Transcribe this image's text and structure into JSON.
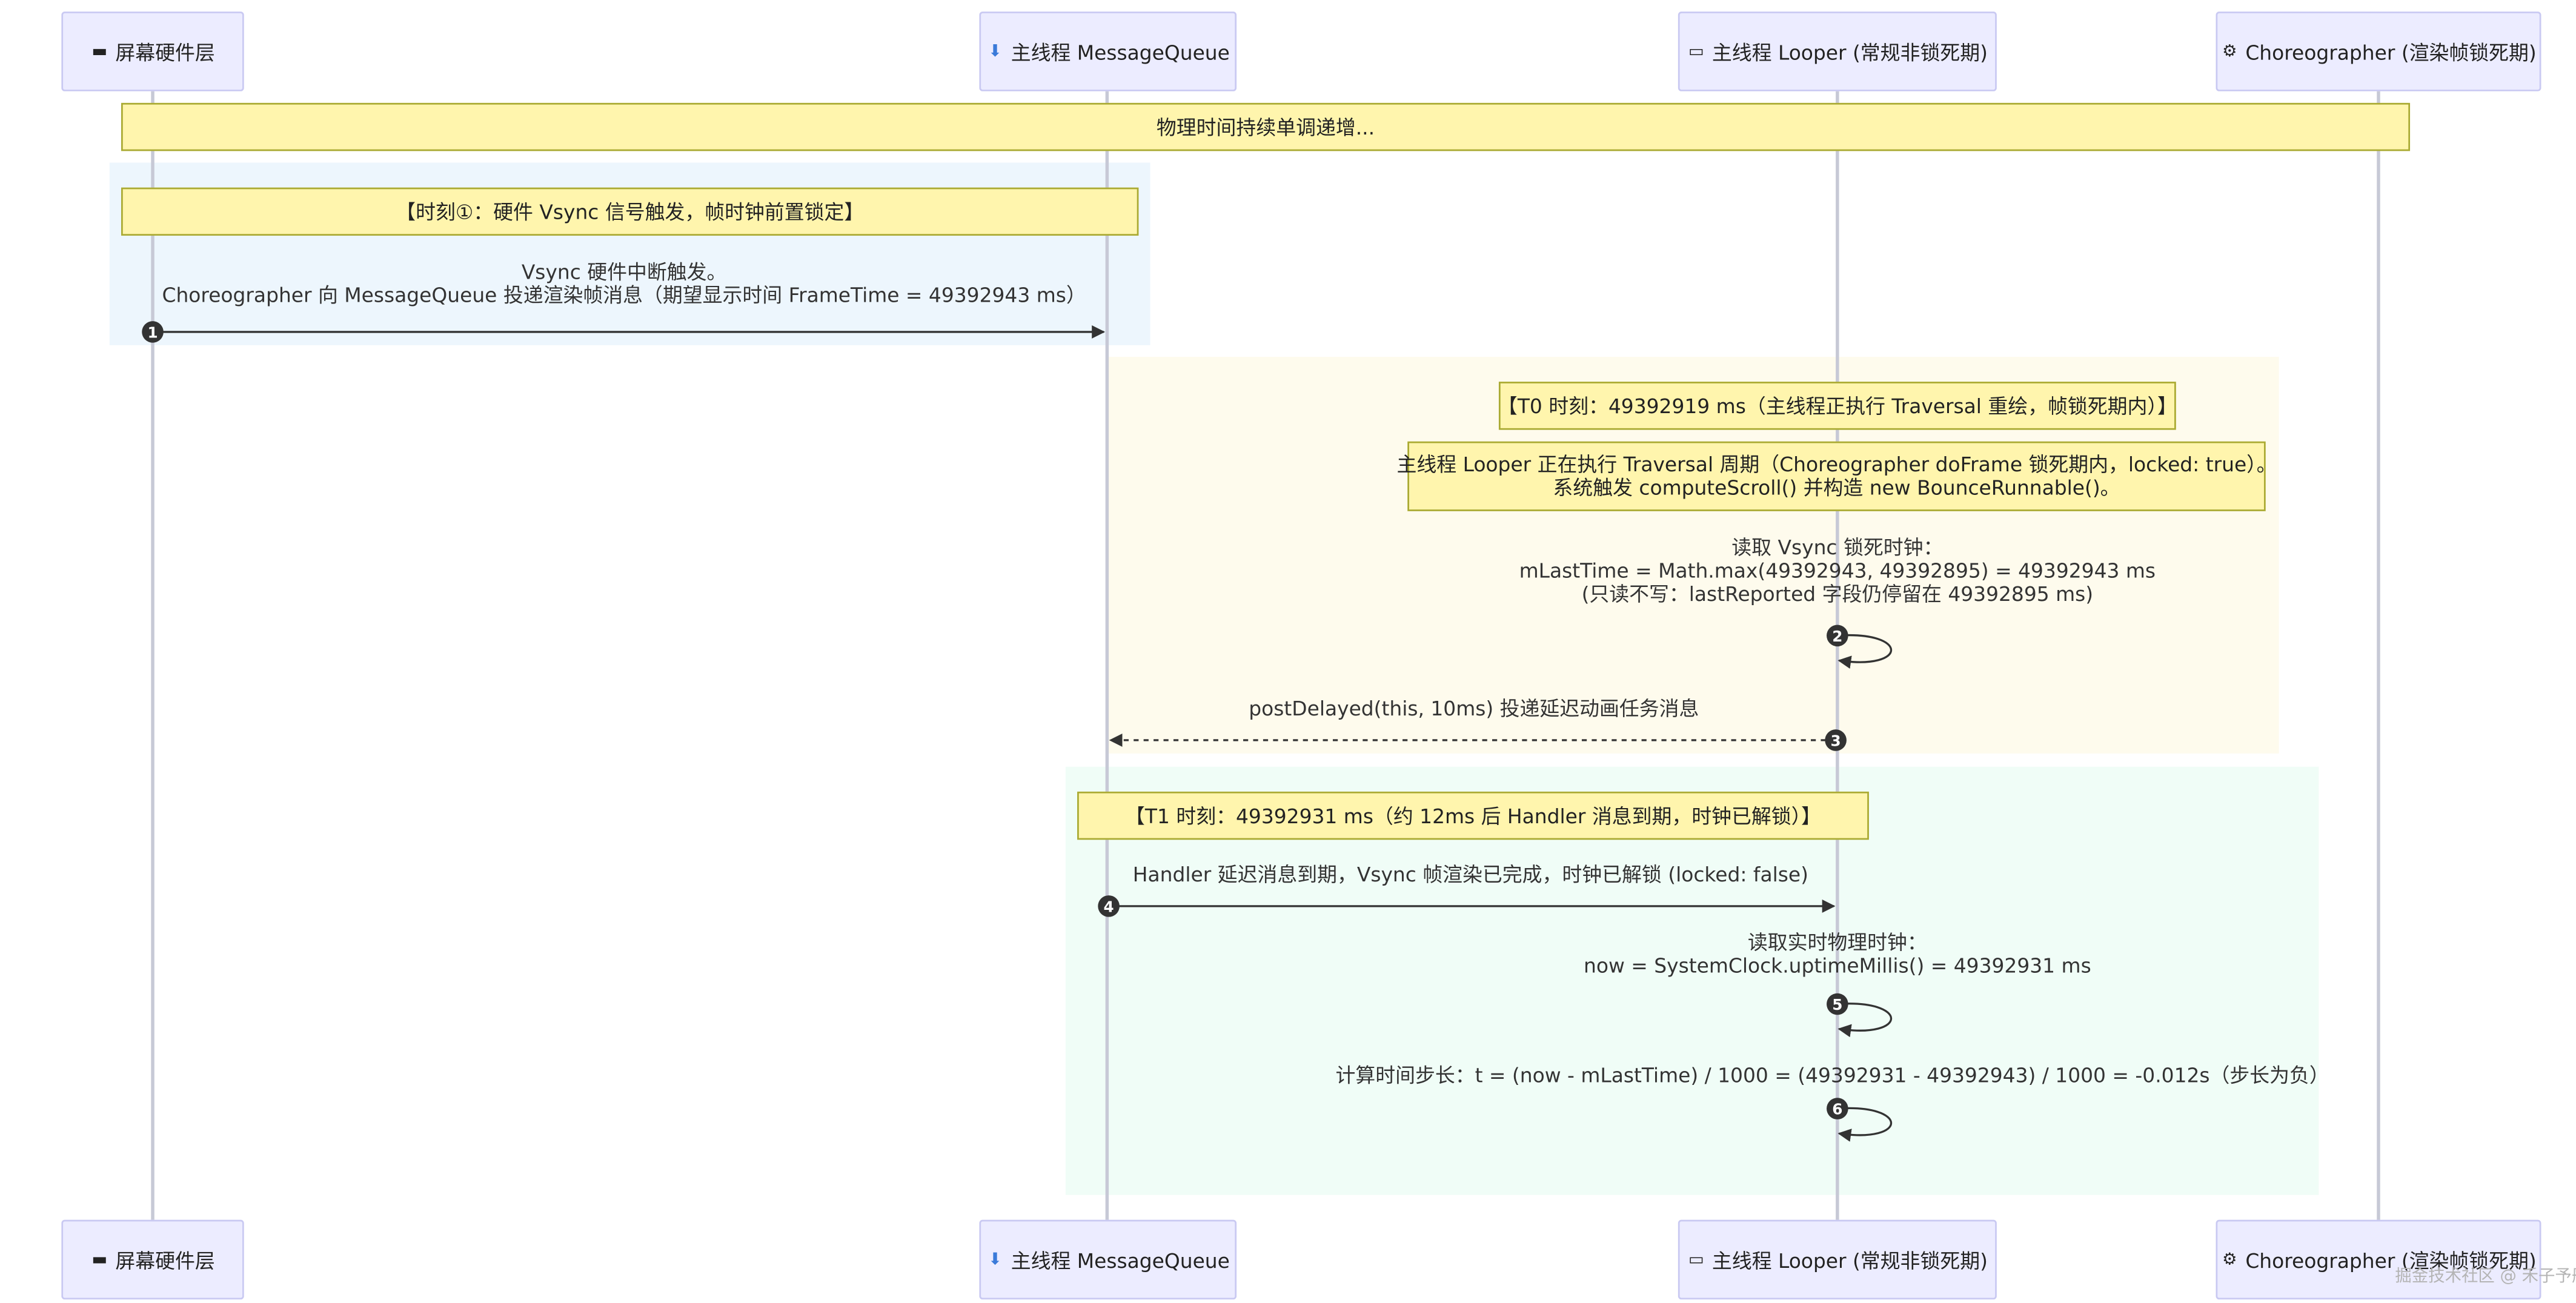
{
  "participants": [
    {
      "label": "屏幕硬件层",
      "icon": "screen-icon"
    },
    {
      "label": "主线程 MessageQueue",
      "icon": "inbox-tray-icon"
    },
    {
      "label": "主线程 Looper (常规非锁死期)",
      "icon": "laptop-icon"
    },
    {
      "label": "Choreographer (渲染帧锁死期)",
      "icon": "gear-icon"
    }
  ],
  "notes": {
    "physical_time": "物理时间持续单调递增...",
    "moment1": "【时刻①：硬件 Vsync 信号触发，帧时钟前置锁定】",
    "t0": "【T0 时刻：49392919 ms（主线程正执行 Traversal 重绘，帧锁死期内）】",
    "looper_traversal": [
      "主线程 Looper 正在执行 Traversal 周期（Choreographer doFrame 锁死期内，locked: true）。",
      "系统触发 computeScroll() 并构造 new BounceRunnable()。"
    ],
    "t1": "【T1 时刻：49392931 ms（约 12ms 后 Handler 消息到期，时钟已解锁）】"
  },
  "messages": [
    {
      "seq": "1",
      "lines": [
        "Vsync 硬件中断触发。",
        "Choreographer 向 MessageQueue 投递渲染帧消息（期望显示时间 FrameTime = 49392943 ms）"
      ]
    },
    {
      "seq": "2",
      "lines": [
        "读取 Vsync 锁死时钟：",
        "mLastTime = Math.max(49392943, 49392895) = 49392943 ms",
        "(只读不写：lastReported 字段仍停留在 49392895 ms)"
      ]
    },
    {
      "seq": "3",
      "lines": [
        "postDelayed(this, 10ms) 投递延迟动画任务消息"
      ]
    },
    {
      "seq": "4",
      "lines": [
        "Handler 延迟消息到期，Vsync 帧渲染已完成，时钟已解锁 (locked: false)"
      ]
    },
    {
      "seq": "5",
      "lines": [
        "读取实时物理时钟：",
        "now = SystemClock.uptimeMillis() = 49392931 ms"
      ]
    },
    {
      "seq": "6",
      "lines": [
        "计算时间步长：t = (now - mLastTime) / 1000 = (49392931 - 49392943) / 1000 = -0.012s（步长为负）"
      ]
    }
  ],
  "watermark": "掘金技术社区 @ 禾子予彤",
  "colors": {
    "actor_fill": "#ececff",
    "actor_border": "#c9c9f2",
    "note_fill": "#fff5ad",
    "note_border": "#aaaa33",
    "region_blue": "#edf6fd",
    "region_yellow": "#fefbed",
    "region_green": "#f0fdf7",
    "lifeline": "#c7c9d6",
    "arrow": "#333333"
  }
}
